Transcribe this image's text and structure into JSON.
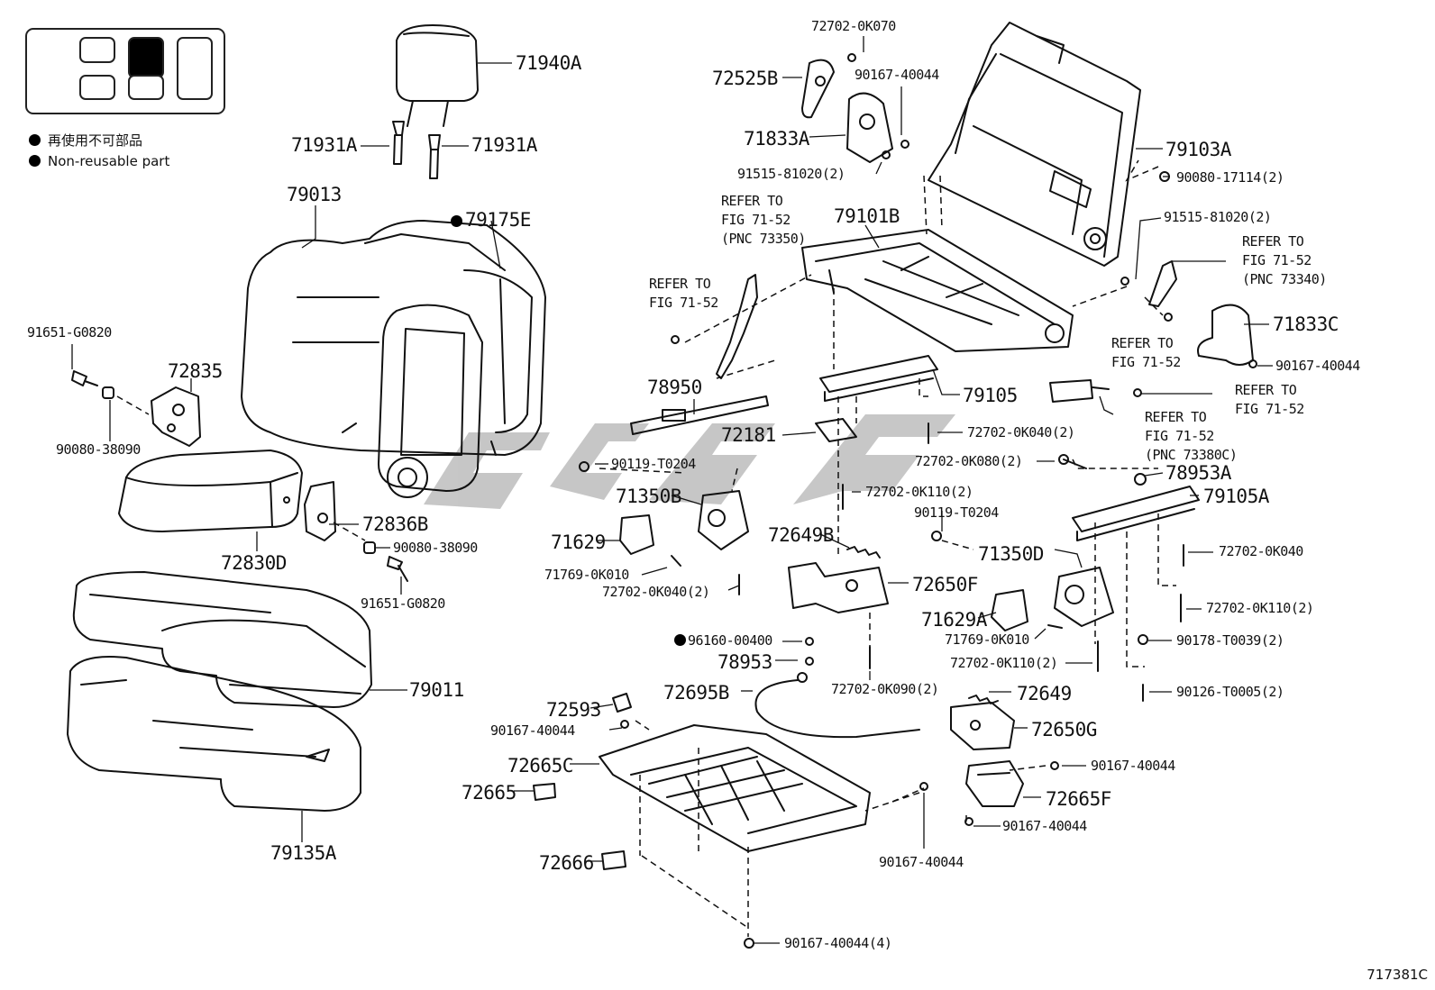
{
  "legend": {
    "nonreusable_jp": "再使用不可部品",
    "nonreusable_en": "Non-reusable part"
  },
  "diagram_code": "717381C",
  "labels": {
    "l71940a": "71940A",
    "l71931a_1": "71931A",
    "l71931a_2": "71931A",
    "l79013": "79013",
    "l79175e": "79175E",
    "l91651_g0820_a": "91651-G0820",
    "l72835": "72835",
    "l90080_38090_a": "90080-38090",
    "l72830d": "72830D",
    "l72836b": "72836B",
    "l90080_38090_b": "90080-38090",
    "l91651_g0820_b": "91651-G0820",
    "l79011": "79011",
    "l79135a": "79135A",
    "l72702_0k070": "72702-0K070",
    "l72525b": "72525B",
    "l90167_40044_a": "90167-40044",
    "l71833a": "71833A",
    "l91515_81020_a": "91515-81020(2)",
    "l79103a": "79103A",
    "l90080_17114": "90080-17114(2)",
    "l91515_81020_b": "91515-81020(2)",
    "l79101b": "79101B",
    "refer_a_1": "REFER TO",
    "refer_a_2": "FIG 71-52",
    "refer_a_3": "(PNC 73350)",
    "refer_b_1": "REFER TO",
    "refer_b_2": "FIG 71-52",
    "refer_c_1": "REFER TO",
    "refer_c_2": "FIG 71-52",
    "refer_c_3": "(PNC 73340)",
    "l71833c": "71833C",
    "refer_d_1": "REFER TO",
    "refer_d_2": "FIG 71-52",
    "l90167_40044_b": "90167-40044",
    "refer_e_1": "REFER TO",
    "refer_e_2": "FIG 71-52",
    "refer_f_1": "REFER TO",
    "refer_f_2": "FIG 71-52",
    "refer_f_3": "(PNC 73380C)",
    "l78950": "78950",
    "l79105": "79105",
    "l72181": "72181",
    "l72702_0k040_a": "72702-0K040(2)",
    "l90119_t0204_a": "90119-T0204",
    "l72702_0k080": "72702-0K080(2)",
    "l78953a": "78953A",
    "l71350b": "71350B",
    "l72702_0k110_a": "72702-0K110(2)",
    "l79105a": "79105A",
    "l90119_t0204_b": "90119-T0204",
    "l71629": "71629",
    "l72649b": "72649B",
    "l71350d": "71350D",
    "l72702_0k040_b": "72702-0K040",
    "l71769_0k010_a": "71769-0K010",
    "l72702_0k040_c": "72702-0K040(2)",
    "l72650f": "72650F",
    "l71629a": "71629A",
    "l72702_0k110_b": "72702-0K110(2)",
    "l71769_0k010_b": "71769-0K010",
    "l96160_00400": "96160-00400",
    "l90178_t0039": "90178-T0039(2)",
    "l72702_0k110_c": "72702-0K110(2)",
    "l78953": "78953",
    "l72695b": "72695B",
    "l72702_0k090": "72702-0K090(2)",
    "l72649": "72649",
    "l90126_t0005": "90126-T0005(2)",
    "l72593": "72593",
    "l90167_40044_c": "90167-40044",
    "l72650g": "72650G",
    "l72665c": "72665C",
    "l90167_40044_d": "90167-40044",
    "l72665": "72665",
    "l72665f": "72665F",
    "l90167_40044_e": "90167-40044",
    "l90167_40044_f": "90167-40044",
    "l72666": "72666",
    "l90167_40044_g": "90167-40044(4)"
  }
}
